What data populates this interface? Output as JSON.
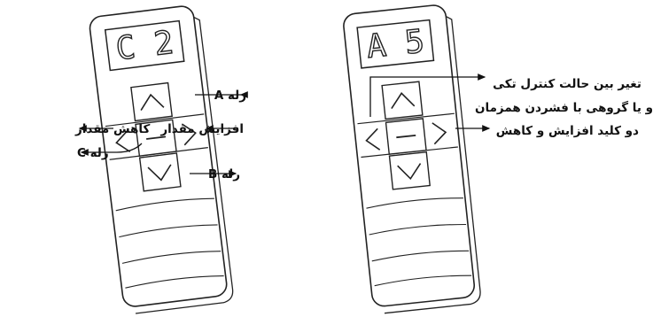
{
  "left_remote": {
    "display": "C 2",
    "annotations": {
      "relay_a": "رله A",
      "relay_b": "رله B",
      "relay_c": "رله C",
      "decrease": "کاهش مقدار",
      "increase": "افزایش مقدار"
    },
    "buttons": {
      "up": "∧",
      "down": "∨",
      "left": "<",
      "right": ">",
      "stop": "—"
    }
  },
  "right_remote": {
    "display": "A 5",
    "annotation_lines": [
      "تغیر بین حالت کنترل تکی",
      "و یا گروهی با فشردن همزمان",
      "دو کلید افزایش و کاهش"
    ],
    "buttons": {
      "up": "∧",
      "down": "∨",
      "left": "<",
      "right": ">",
      "stop": "—"
    }
  },
  "colors": {
    "stroke": "#222222",
    "text": "#111111",
    "background": "#ffffff"
  }
}
